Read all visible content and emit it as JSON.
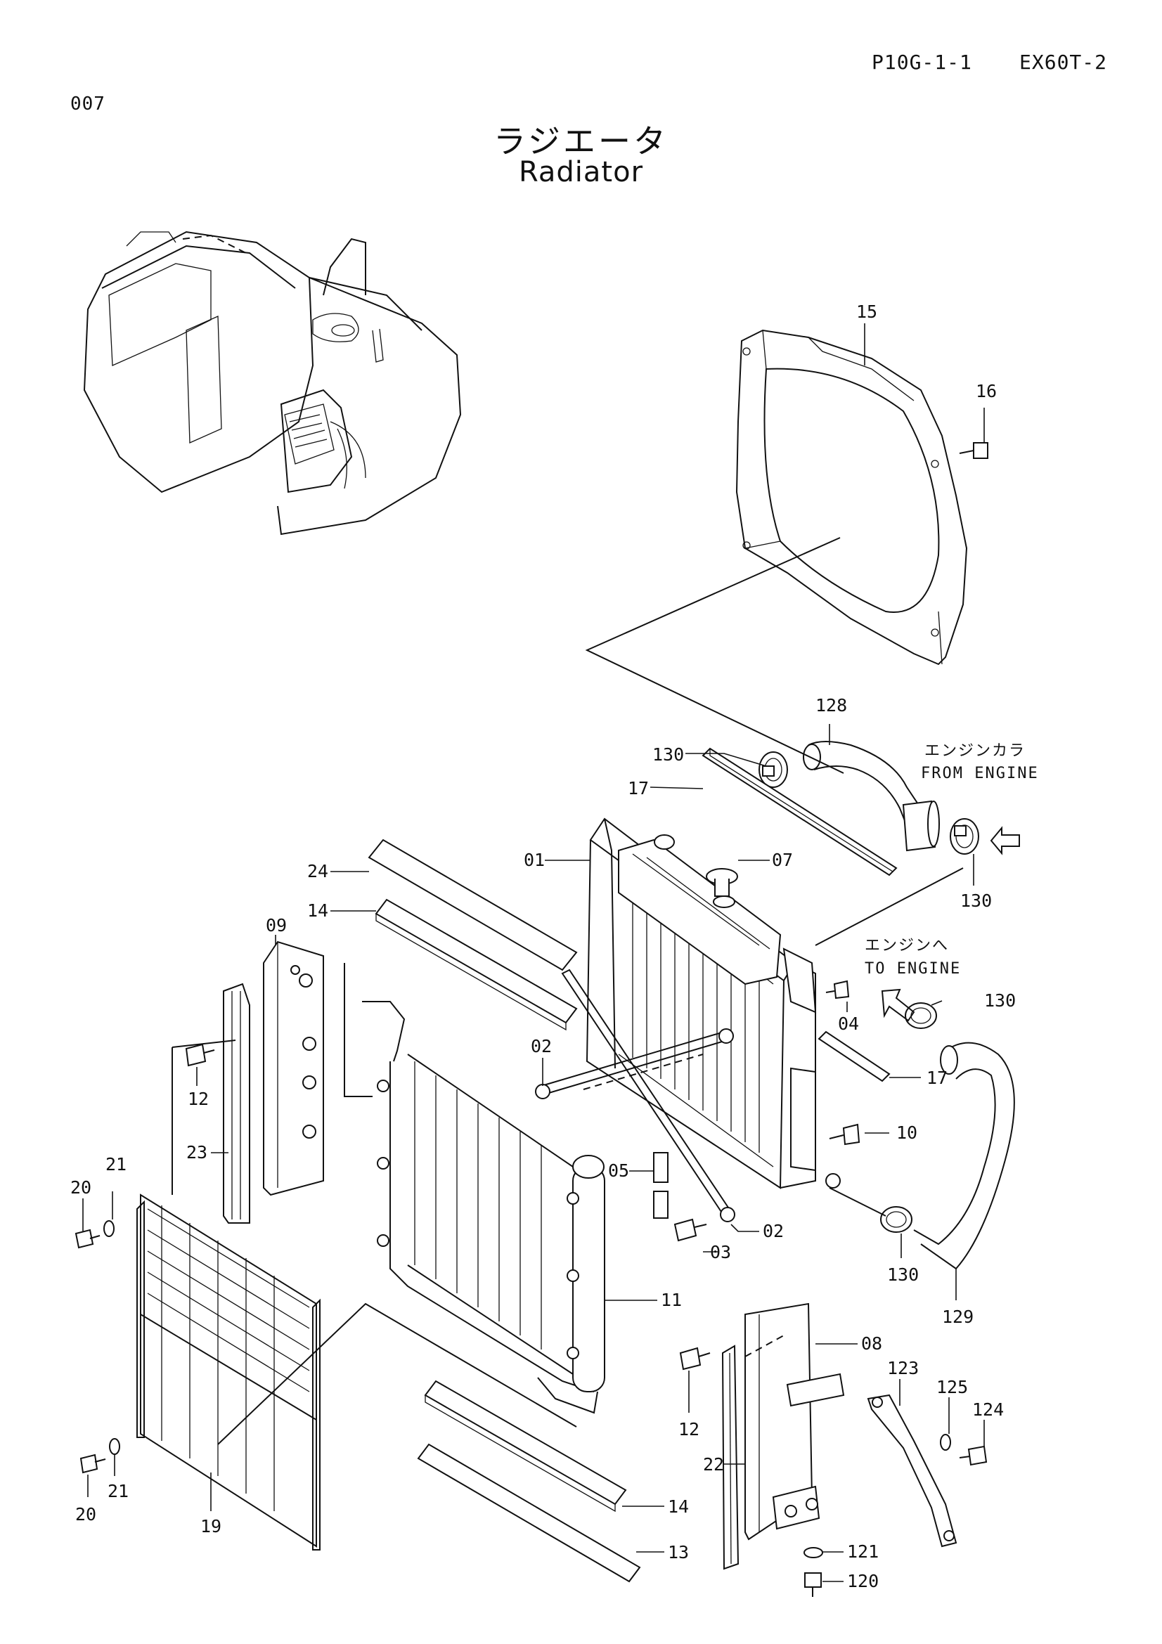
{
  "header": {
    "page_number": "007",
    "page_code": "P10G-1-1",
    "model": "EX60T-2"
  },
  "title": {
    "japanese": "ラジエータ",
    "english": "Radiator"
  },
  "notes": {
    "from_engine_jp": "エンジンカラ",
    "from_engine_en": "FROM  ENGINE",
    "to_engine_jp": "エンジンへ",
    "to_engine_en": "TO  ENGINE"
  },
  "callouts": [
    {
      "id": "c15",
      "label": "15"
    },
    {
      "id": "c16",
      "label": "16"
    },
    {
      "id": "c128",
      "label": "128"
    },
    {
      "id": "c130a",
      "label": "130"
    },
    {
      "id": "c17a",
      "label": "17"
    },
    {
      "id": "c130b",
      "label": "130"
    },
    {
      "id": "c01",
      "label": "01"
    },
    {
      "id": "c07",
      "label": "07"
    },
    {
      "id": "c24",
      "label": "24"
    },
    {
      "id": "c14a",
      "label": "14"
    },
    {
      "id": "c09",
      "label": "09"
    },
    {
      "id": "c130c",
      "label": "130"
    },
    {
      "id": "c04",
      "label": "04"
    },
    {
      "id": "c02a",
      "label": "02"
    },
    {
      "id": "c17b",
      "label": "17"
    },
    {
      "id": "c12a",
      "label": "12"
    },
    {
      "id": "c10",
      "label": "10"
    },
    {
      "id": "c23",
      "label": "23"
    },
    {
      "id": "c21a",
      "label": "21"
    },
    {
      "id": "c20a",
      "label": "20"
    },
    {
      "id": "c05",
      "label": "05"
    },
    {
      "id": "c02b",
      "label": "02"
    },
    {
      "id": "c03",
      "label": "03"
    },
    {
      "id": "c130d",
      "label": "130"
    },
    {
      "id": "c11",
      "label": "11"
    },
    {
      "id": "c129",
      "label": "129"
    },
    {
      "id": "c08",
      "label": "08"
    },
    {
      "id": "c123",
      "label": "123"
    },
    {
      "id": "c125",
      "label": "125"
    },
    {
      "id": "c124",
      "label": "124"
    },
    {
      "id": "c12b",
      "label": "12"
    },
    {
      "id": "c22",
      "label": "22"
    },
    {
      "id": "c20b",
      "label": "20"
    },
    {
      "id": "c21b",
      "label": "21"
    },
    {
      "id": "c19",
      "label": "19"
    },
    {
      "id": "c14b",
      "label": "14"
    },
    {
      "id": "c121",
      "label": "121"
    },
    {
      "id": "c13",
      "label": "13"
    },
    {
      "id": "c120",
      "label": "120"
    }
  ]
}
